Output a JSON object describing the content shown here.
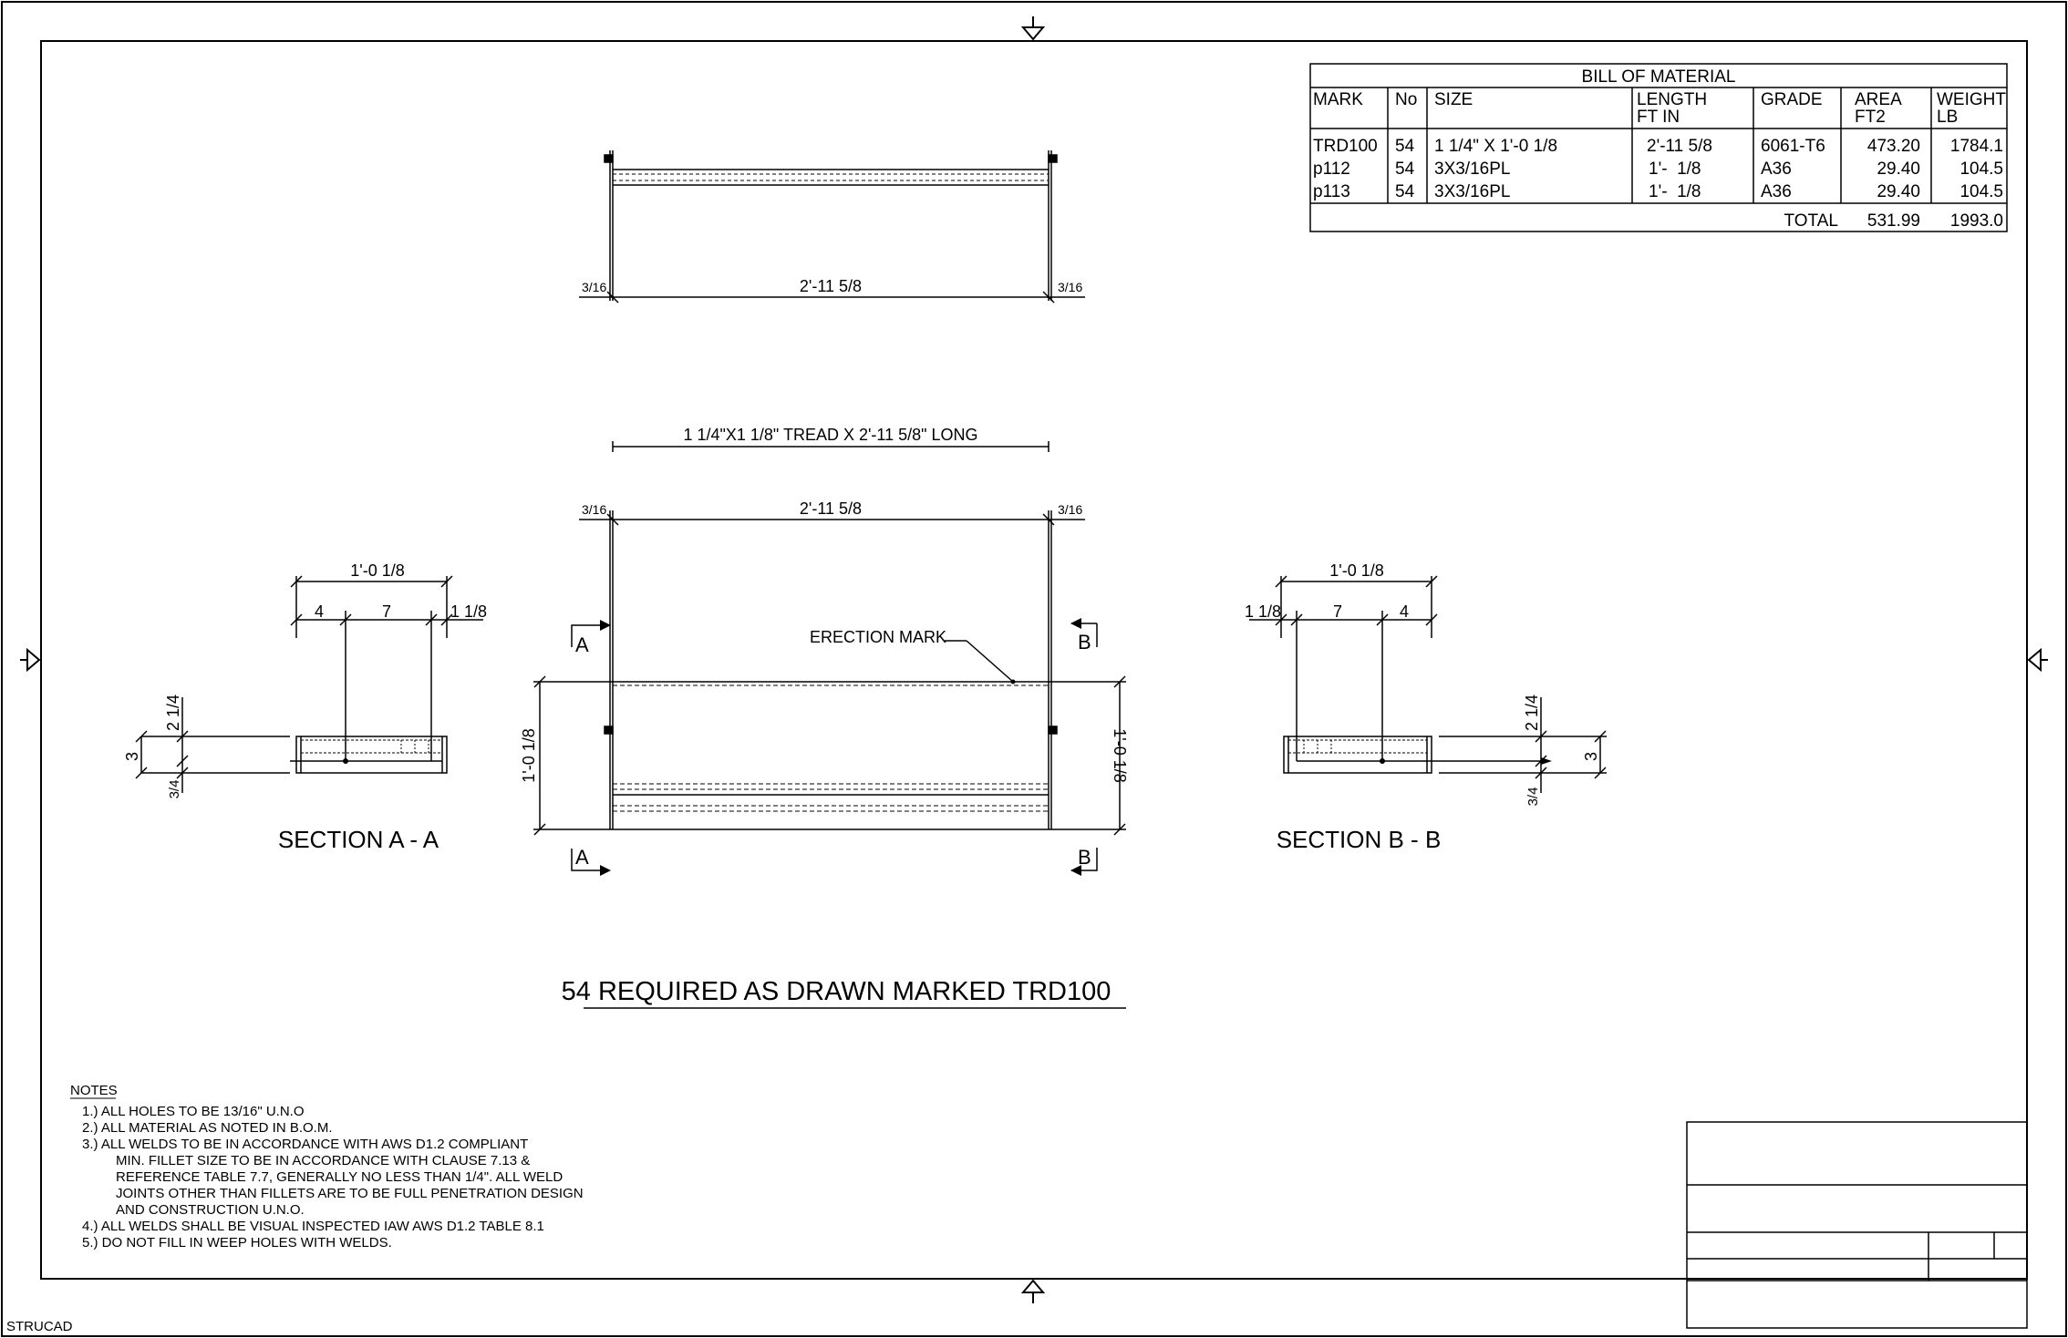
{
  "bom": {
    "title": "BILL OF MATERIAL",
    "headers": {
      "mark": "MARK",
      "no": "No",
      "size": "SIZE",
      "length_1": "LENGTH",
      "length_2": "FT IN",
      "grade": "GRADE",
      "area_1": "AREA",
      "area_2": "FT2",
      "weight_1": "WEIGHT",
      "weight_2": "LB"
    },
    "rows": [
      {
        "mark": "TRD100",
        "no": "54",
        "size": "1 1/4\" X 1'-0 1/8",
        "length": "2'-11 5/8",
        "grade": "6061-T6",
        "area": "473.20",
        "weight": "1784.1"
      },
      {
        "mark": "p112",
        "no": "54",
        "size": "3X3/16PL",
        "length": "1'-  1/8",
        "grade": "A36",
        "area": "29.40",
        "weight": "104.5"
      },
      {
        "mark": "p113",
        "no": "54",
        "size": "3X3/16PL",
        "length": "1'-  1/8",
        "grade": "A36",
        "area": "29.40",
        "weight": "104.5"
      }
    ],
    "total_label": "TOTAL",
    "total_area": "531.99",
    "total_weight": "1993.0"
  },
  "top_view": {
    "dim_main": "2'-11 5/8",
    "dim_left": "3/16",
    "dim_right": "3/16"
  },
  "plan_view": {
    "tread_label": "1 1/4\"X1 1/8\" TREAD X 2'-11 5/8\" LONG",
    "dim_main": "2'-11 5/8",
    "dim_left": "3/16",
    "dim_right": "3/16",
    "erection_mark": "ERECTION MARK",
    "side_dim": "1'-0 1/8",
    "cut_a": "A",
    "cut_b": "B"
  },
  "section_a": {
    "title": "SECTION A - A",
    "dim_overall": "1'-0 1/8",
    "dim_1": "4",
    "dim_2": "7",
    "dim_3": "1 1/8",
    "dim_v1": "2 1/4",
    "dim_v2": "3",
    "dim_v3": "3/4"
  },
  "section_b": {
    "title": "SECTION B - B",
    "dim_overall": "1'-0 1/8",
    "dim_1": "1 1/8",
    "dim_2": "7",
    "dim_3": "4",
    "dim_v1": "2 1/4",
    "dim_v2": "3",
    "dim_v3": "3/4"
  },
  "required_note": "54 REQUIRED AS DRAWN MARKED TRD100",
  "notes": {
    "heading": "NOTES",
    "lines": [
      "1.) ALL HOLES TO BE 13/16\" U.N.O",
      "2.) ALL MATERIAL AS NOTED IN B.O.M.",
      "3.) ALL WELDS TO BE IN ACCORDANCE WITH AWS D1.2 COMPLIANT",
      "MIN. FILLET SIZE TO BE IN ACCORDANCE WITH CLAUSE 7.13 &",
      "REFERENCE TABLE 7.7, GENERALLY NO LESS THAN 1/4\". ALL WELD",
      "JOINTS OTHER THAN FILLETS ARE TO BE FULL PENETRATION DESIGN",
      "AND CONSTRUCTION U.N.O.",
      "4.) ALL WELDS SHALL BE VISUAL INSPECTED IAW AWS D1.2 TABLE 8.1",
      "5.) DO NOT FILL IN WEEP HOLES WITH WELDS."
    ]
  },
  "footer_label": "STRUCAD"
}
